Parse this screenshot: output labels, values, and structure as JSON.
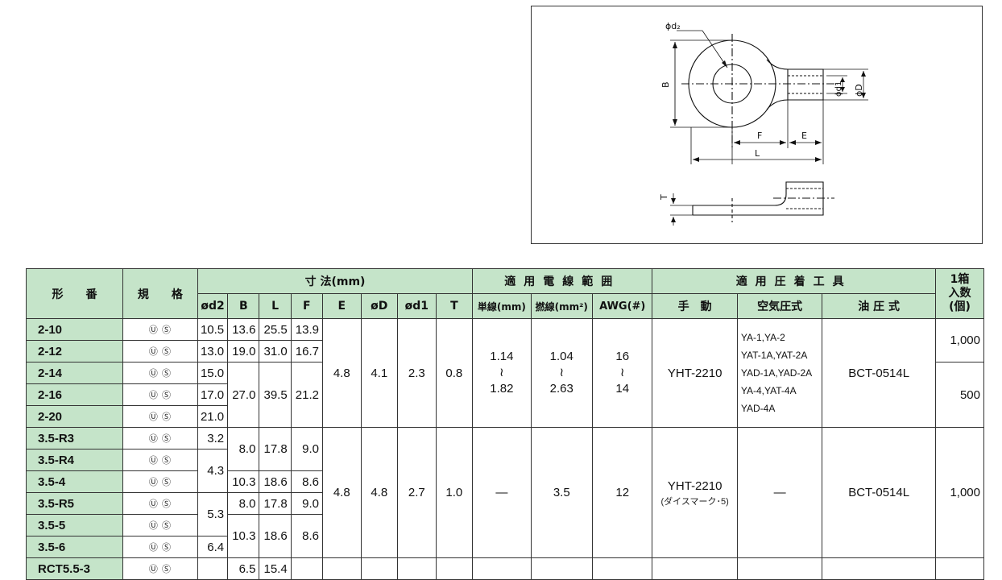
{
  "diagram": {
    "labels": {
      "phid2": "ϕd₂",
      "B": "B",
      "phid1": "ϕd1",
      "phiD": "ϕD",
      "F": "F",
      "E": "E",
      "L": "L",
      "T": "T"
    }
  },
  "table": {
    "headers": {
      "model": "形　　番",
      "standard": "規　　格",
      "dimensions": "寸 法(mm)",
      "wire_range": "適用電線範囲",
      "tools": "適用圧着工具",
      "box_qty_line1": "1箱",
      "box_qty_line2": "入数",
      "box_qty_line3": "(個)",
      "d2": "ød2",
      "B": "B",
      "L": "L",
      "F": "F",
      "E": "E",
      "D": "øD",
      "d1": "ød1",
      "T": "T",
      "solid": "単線(mm)",
      "stranded": "撚線(mm²)",
      "awg": "AWG(#)",
      "manual": "手　動",
      "pneumatic": "空気圧式",
      "hydraulic": "油 圧 式"
    },
    "standard_marks": "Ⓤ Ⓢ",
    "group1": {
      "models": [
        "2-10",
        "2-12",
        "2-14",
        "2-16",
        "2-20"
      ],
      "d2": [
        "10.5",
        "13.0",
        "15.0",
        "17.0",
        "21.0"
      ],
      "B": [
        "13.6",
        "19.0",
        "27.0"
      ],
      "L": [
        "25.5",
        "31.0",
        "39.5"
      ],
      "F": [
        "13.9",
        "16.7",
        "21.2"
      ],
      "E": "4.8",
      "D": "4.1",
      "d1": "2.3",
      "T": "0.8",
      "solid_min": "1.14",
      "solid_max": "1.82",
      "stranded_min": "1.04",
      "stranded_max": "2.63",
      "awg_min": "16",
      "awg_max": "14",
      "tilde": "≀",
      "manual": "YHT-2210",
      "pneumatic": [
        "YA-1,YA-2",
        "YAT-1A,YAT-2A",
        "YAD-1A,YAD-2A",
        "YA-4,YAT-4A",
        "YAD-4A"
      ],
      "hydraulic": "BCT-0514L",
      "qty": [
        "1,000",
        "500"
      ]
    },
    "group2": {
      "models": [
        "3.5-R3",
        "3.5-R4",
        "3.5-4",
        "3.5-R5",
        "3.5-5",
        "3.5-6"
      ],
      "d2": [
        "3.2",
        "4.3",
        "5.3",
        "6.4"
      ],
      "B": [
        "8.0",
        "10.3",
        "8.0",
        "10.3"
      ],
      "L": [
        "17.8",
        "18.6",
        "17.8",
        "18.6"
      ],
      "F": [
        "9.0",
        "8.6",
        "9.0",
        "8.6"
      ],
      "E": "4.8",
      "D": "4.8",
      "d1": "2.7",
      "T": "1.0",
      "solid": "—",
      "stranded": "3.5",
      "awg": "12",
      "manual": "YHT-2210",
      "manual_note": "(ダイスマーク･5)",
      "pneumatic": "—",
      "hydraulic": "BCT-0514L",
      "qty": "1,000"
    },
    "group3": {
      "models": [
        "RCT5.5-3"
      ],
      "B": "6.5",
      "L": "15.4"
    }
  }
}
